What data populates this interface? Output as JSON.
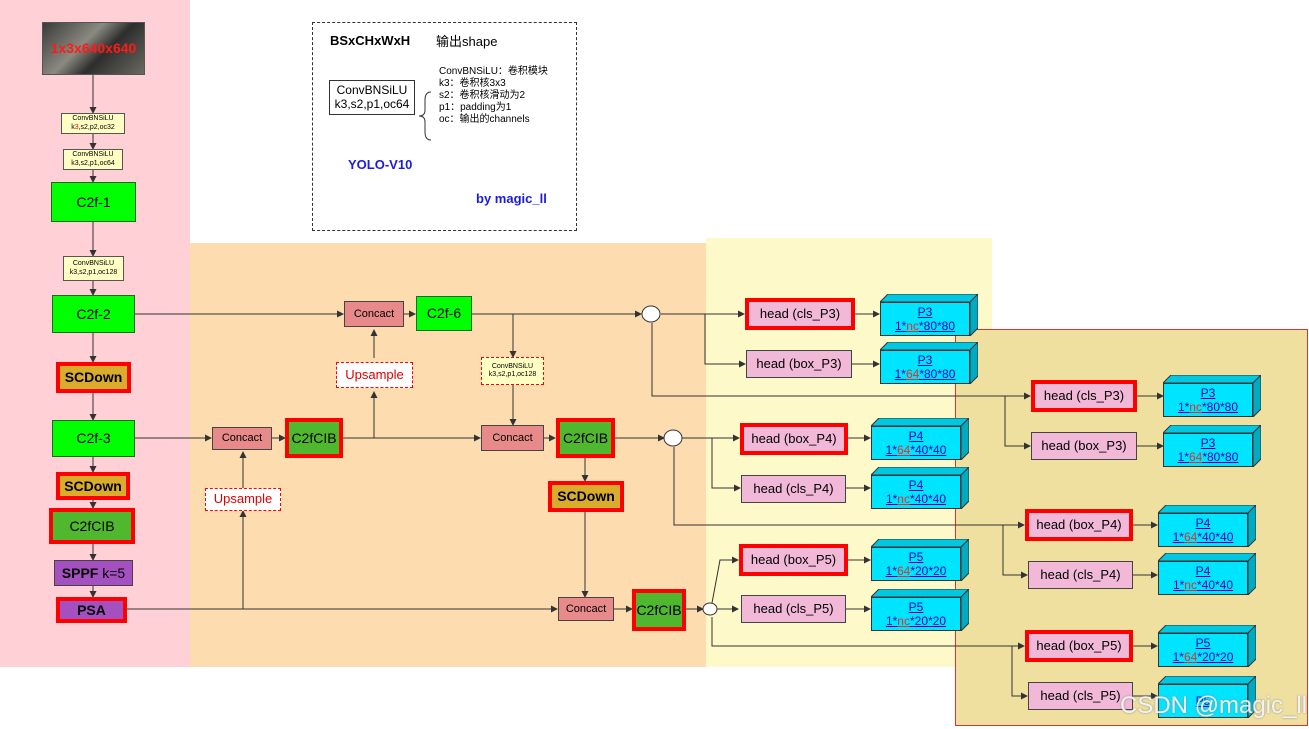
{
  "input_label": "1x3x640x640",
  "backbone": {
    "conv1": [
      "ConvBNSiLU",
      "k3,s2,p2,oc32"
    ],
    "conv1_hl": "3",
    "conv2": [
      "ConvBNSiLU",
      "k3,s2,p1,oc64"
    ],
    "c2f1": "C2f-1",
    "conv3": [
      "ConvBNSiLU",
      "k3,s2,p1,oc128"
    ],
    "c2f2": "C2f-2",
    "scdown1": "SCDown",
    "c2f3": "C2f-3",
    "scdown2": "SCDown",
    "c2fcib": "C2fCIB",
    "sppf": "SPPF",
    "sppf_k": "k=5",
    "psa": "PSA"
  },
  "neck": {
    "concat1": "Concact",
    "c2f6": "C2f-6",
    "upsample1": "Upsample",
    "conv_mid": [
      "ConvBNSiLU",
      "k3,s2,p1,oc128"
    ],
    "concat2": "Concact",
    "c2fcib2": "C2fCIB",
    "upsample2": "Upsample",
    "concat3": "Concact",
    "c2fcib3": "C2fCIB",
    "scdown3": "SCDown",
    "concat4": "Concact",
    "c2fcib4": "C2fCIB"
  },
  "legend": {
    "format": "BSxCHxWxH",
    "shape_label": "输出shape",
    "module_line1": "ConvBNSiLU",
    "module_line2": "k3,s2,p1,oc64",
    "notes": [
      "ConvBNSiLU：卷积模块",
      "k3：卷积核3x3",
      "s2：卷积核滑动为2",
      "p1：padding为1",
      "oc：输出的channels"
    ],
    "model": "YOLO-V10",
    "author": "by magic_ll"
  },
  "heads_a": [
    {
      "label": "head (cls_P3)",
      "red": true,
      "out": [
        "P3",
        "1*",
        "nc",
        "*80*80"
      ]
    },
    {
      "label": "head (box_P3)",
      "red": false,
      "out": [
        "P3",
        "1*",
        "64",
        "*80*80"
      ]
    },
    {
      "label": "head (box_P4)",
      "red": true,
      "out": [
        "P4",
        "1*",
        "64",
        "*40*40"
      ]
    },
    {
      "label": "head (cls_P4)",
      "red": false,
      "out": [
        "P4",
        "1*",
        "nc",
        "*40*40"
      ]
    },
    {
      "label": "head (box_P5)",
      "red": true,
      "out": [
        "P5",
        "1*",
        "64",
        "*20*20"
      ]
    },
    {
      "label": "head (cls_P5)",
      "red": false,
      "out": [
        "P5",
        "1*",
        "nc",
        "*20*20"
      ]
    }
  ],
  "heads_b": [
    {
      "label": "head (cls_P3)",
      "red": true,
      "out": [
        "P3",
        "1*",
        "nc",
        "*80*80"
      ]
    },
    {
      "label": "head (box_P3)",
      "red": false,
      "out": [
        "P3",
        "1*",
        "64",
        "*80*80"
      ]
    },
    {
      "label": "head (box_P4)",
      "red": true,
      "out": [
        "P4",
        "1*",
        "64",
        "*40*40"
      ]
    },
    {
      "label": "head (cls_P4)",
      "red": false,
      "out": [
        "P4",
        "1*",
        "nc",
        "*40*40"
      ]
    },
    {
      "label": "head (box_P5)",
      "red": true,
      "out": [
        "P5",
        "1*",
        "64",
        "*20*20"
      ]
    },
    {
      "label": "head (cls_P5)",
      "red": false,
      "out": [
        "P5",
        "",
        "",
        ""
      ]
    }
  ],
  "watermark": "CSDN @magic_ll",
  "colors": {
    "backbone_bg": "#ffd0d6",
    "neck_bg": "#fddcb0",
    "head_bg": "#fdf9c8",
    "head2_bg": "#efe0a0"
  }
}
